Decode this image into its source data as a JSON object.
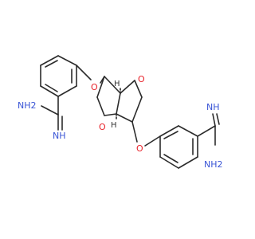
{
  "molecule": {
    "labels": {
      "ether_o_left": "O",
      "ring_o_top": "O",
      "ring_o_bottom": "O",
      "ether_o_right": "O",
      "h_top": "H",
      "h_bottom": "H",
      "amidine_left_nh2": "NH2",
      "amidine_left_nh": "NH",
      "amidine_right_nh": "NH",
      "amidine_right_nh2": "NH2"
    },
    "colors": {
      "bond": "#2b2b2b",
      "oxygen": "#e8232b",
      "nitrogen": "#3a55d6"
    }
  }
}
